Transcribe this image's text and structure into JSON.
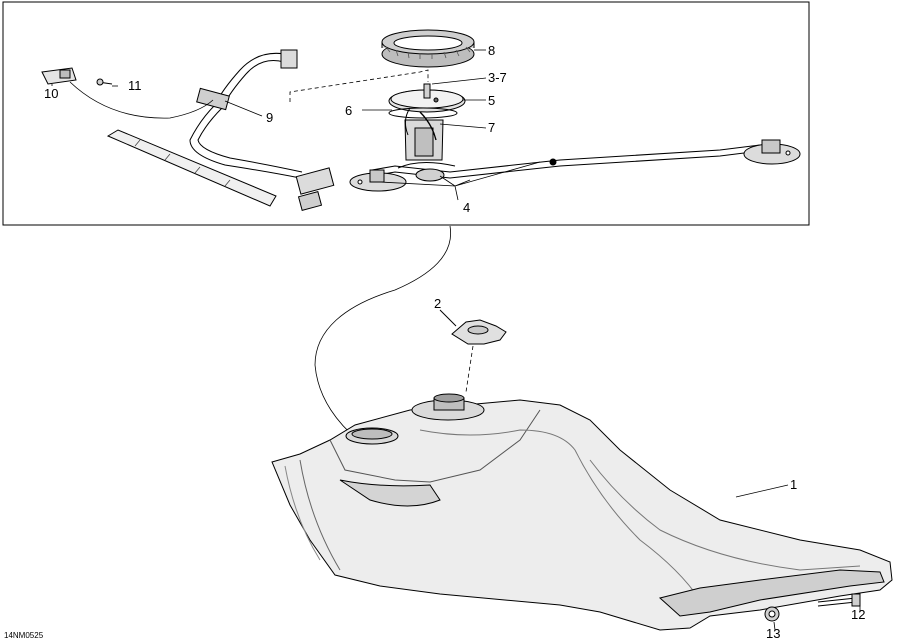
{
  "diagram": {
    "callouts": {
      "c1": "1",
      "c2": "2",
      "c3_7": "3-7",
      "c4": "4",
      "c5": "5",
      "c6": "6",
      "c7": "7",
      "c8": "8",
      "c9": "9",
      "c10": "10",
      "c11": "11",
      "c12": "12",
      "c13": "13"
    },
    "drawing_code": "14NM0525"
  }
}
